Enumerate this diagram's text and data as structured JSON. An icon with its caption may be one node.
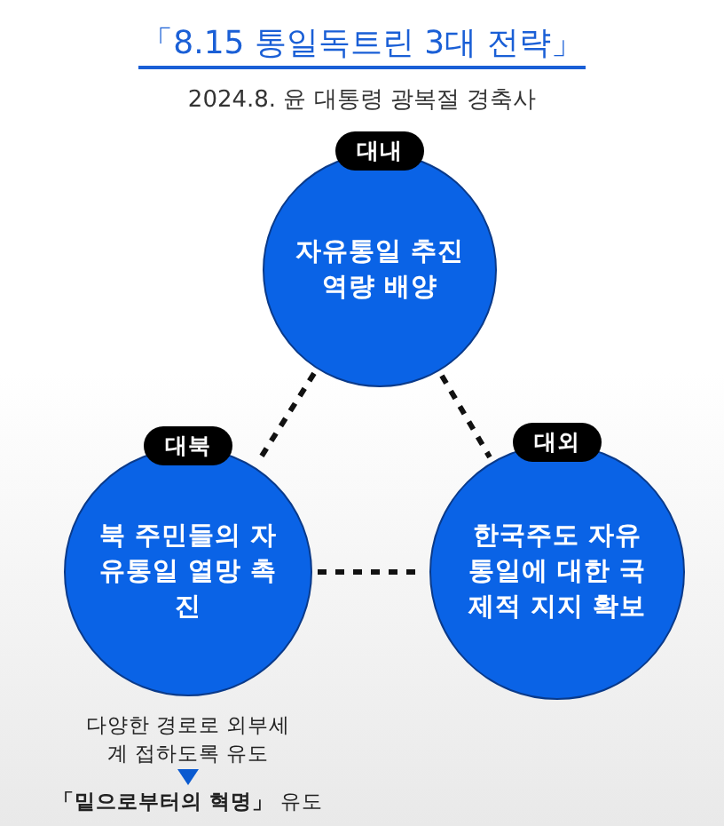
{
  "diagram": {
    "title": "「8.15 통일독트린 3대 전략」",
    "nodes": [
      {
        "text": [
          "대내",
          "자유통일 추진역량 배양"
        ]
      },
      {
        "text": [
          "대북",
          "북 주민들의 자유통일 열망 촉진"
        ],
        "beside": [
          "다양한 경로로 외부세계 접하도록 유도",
          "**「밑으로부터의 혁명」** 유도"
        ]
      },
      {
        "text": [
          "대외",
          "한국주도 자유통일에 대한 국제적 지지 확보"
        ]
      }
    ],
    "edges": [
      {
        "from": 0,
        "to": 1,
        "arrow": "none",
        "style": "dashed"
      },
      {
        "from": 0,
        "to": 2,
        "arrow": "none",
        "style": "dashed"
      },
      {
        "from": 1,
        "to": 2,
        "arrow": "none",
        "style": "dashed"
      }
    ],
    "labels": [
      "2024.8. 윤 대통령 광복절 경축사"
    ]
  }
}
